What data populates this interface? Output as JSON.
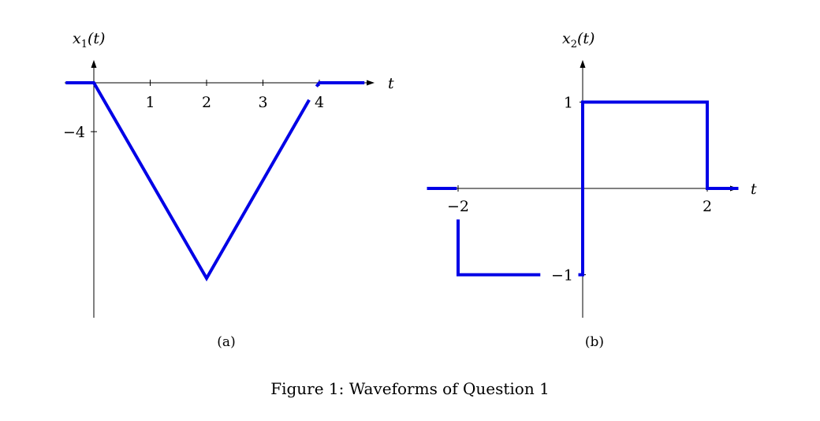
{
  "figure_caption": "Figure 1: Waveforms of Question 1",
  "colors": {
    "trace": "#0000e6",
    "axis": "#000000"
  },
  "chart_data": [
    {
      "type": "line",
      "subcaption": "(a)",
      "ylabel_main": "x",
      "ylabel_sub": "1",
      "ylabel_arg": "(t)",
      "xlabel": "t",
      "xticks": [
        1,
        2,
        3,
        4
      ],
      "xtick_labels": [
        "1",
        "2",
        "3",
        "4"
      ],
      "yticks": [
        -4
      ],
      "ytick_labels": [
        "−4"
      ],
      "xlim": [
        -0.5,
        4.8
      ],
      "ylim": [
        -20,
        2
      ],
      "grid": false,
      "series": [
        {
          "x": [
            -0.5,
            0,
            2,
            3.82
          ],
          "y": [
            0,
            0,
            -16,
            -1.4
          ]
        },
        {
          "x": [
            3.95,
            4.0,
            4.8
          ],
          "y": [
            -0.3,
            0,
            0
          ]
        }
      ]
    },
    {
      "type": "line",
      "subcaption": "(b)",
      "ylabel_main": "x",
      "ylabel_sub": "2",
      "ylabel_arg": "(t)",
      "xlabel": "t",
      "xticks": [
        -2,
        2
      ],
      "xtick_labels": [
        "−2",
        "2"
      ],
      "yticks": [
        1,
        -1
      ],
      "ytick_labels": [
        "1",
        "−1"
      ],
      "xlim": [
        -2.5,
        2.5
      ],
      "ylim": [
        -1.5,
        1.5
      ],
      "grid": false,
      "series": [
        {
          "x": [
            -2.5,
            -2.02
          ],
          "y": [
            0,
            0
          ]
        },
        {
          "x": [
            -2,
            -2,
            -0.68
          ],
          "y": [
            -0.36,
            -1,
            -1
          ]
        },
        {
          "x": [
            -0.07,
            0,
            0,
            2,
            2,
            2.5
          ],
          "y": [
            -1,
            -1,
            1,
            1,
            0,
            0
          ]
        }
      ]
    }
  ]
}
